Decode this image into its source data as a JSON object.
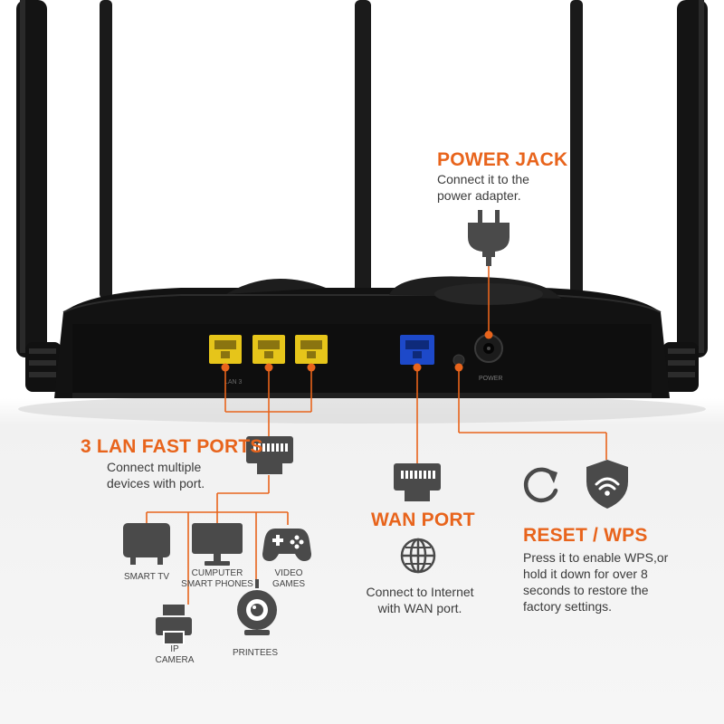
{
  "power_jack": {
    "title": "POWER JACK",
    "desc_line1": "Connect it to the",
    "desc_line2": "power adapter."
  },
  "lan": {
    "title": "3 LAN FAST PORTS",
    "desc_line1": "Connect multiple",
    "desc_line2": "devices with port."
  },
  "wan": {
    "title": "WAN PORT",
    "desc_line1": "Connect to Internet",
    "desc_line2": "with WAN port."
  },
  "reset_wps": {
    "title": "RESET / WPS",
    "desc_line1": "Press it to enable WPS,or",
    "desc_line2": "hold it down for over 8",
    "desc_line3": "seconds to restore the",
    "desc_line4": "factory settings."
  },
  "devices": {
    "smart_tv": "SMART TV",
    "computer_line1": "CUMPUTER",
    "computer_line2": "SMART PHONES",
    "games_line1": "VIDEO",
    "games_line2": "GAMES",
    "camera_line1": "IP",
    "camera_line2": "CAMERA",
    "printer": "PRINTEES"
  },
  "router_labels": {
    "power": "POWER"
  },
  "colors": {
    "accent": "#e8641c",
    "lan_port": "#e6c51a",
    "wan_port": "#1d49c9",
    "router_body": "#151515",
    "icon_gray": "#4a4a4a"
  },
  "icons": [
    "power-plug-icon",
    "ethernet-jack-icon",
    "tv-icon",
    "monitor-icon",
    "gamepad-icon",
    "printer-icon",
    "webcam-icon",
    "globe-icon",
    "refresh-icon",
    "wps-shield-icon"
  ]
}
